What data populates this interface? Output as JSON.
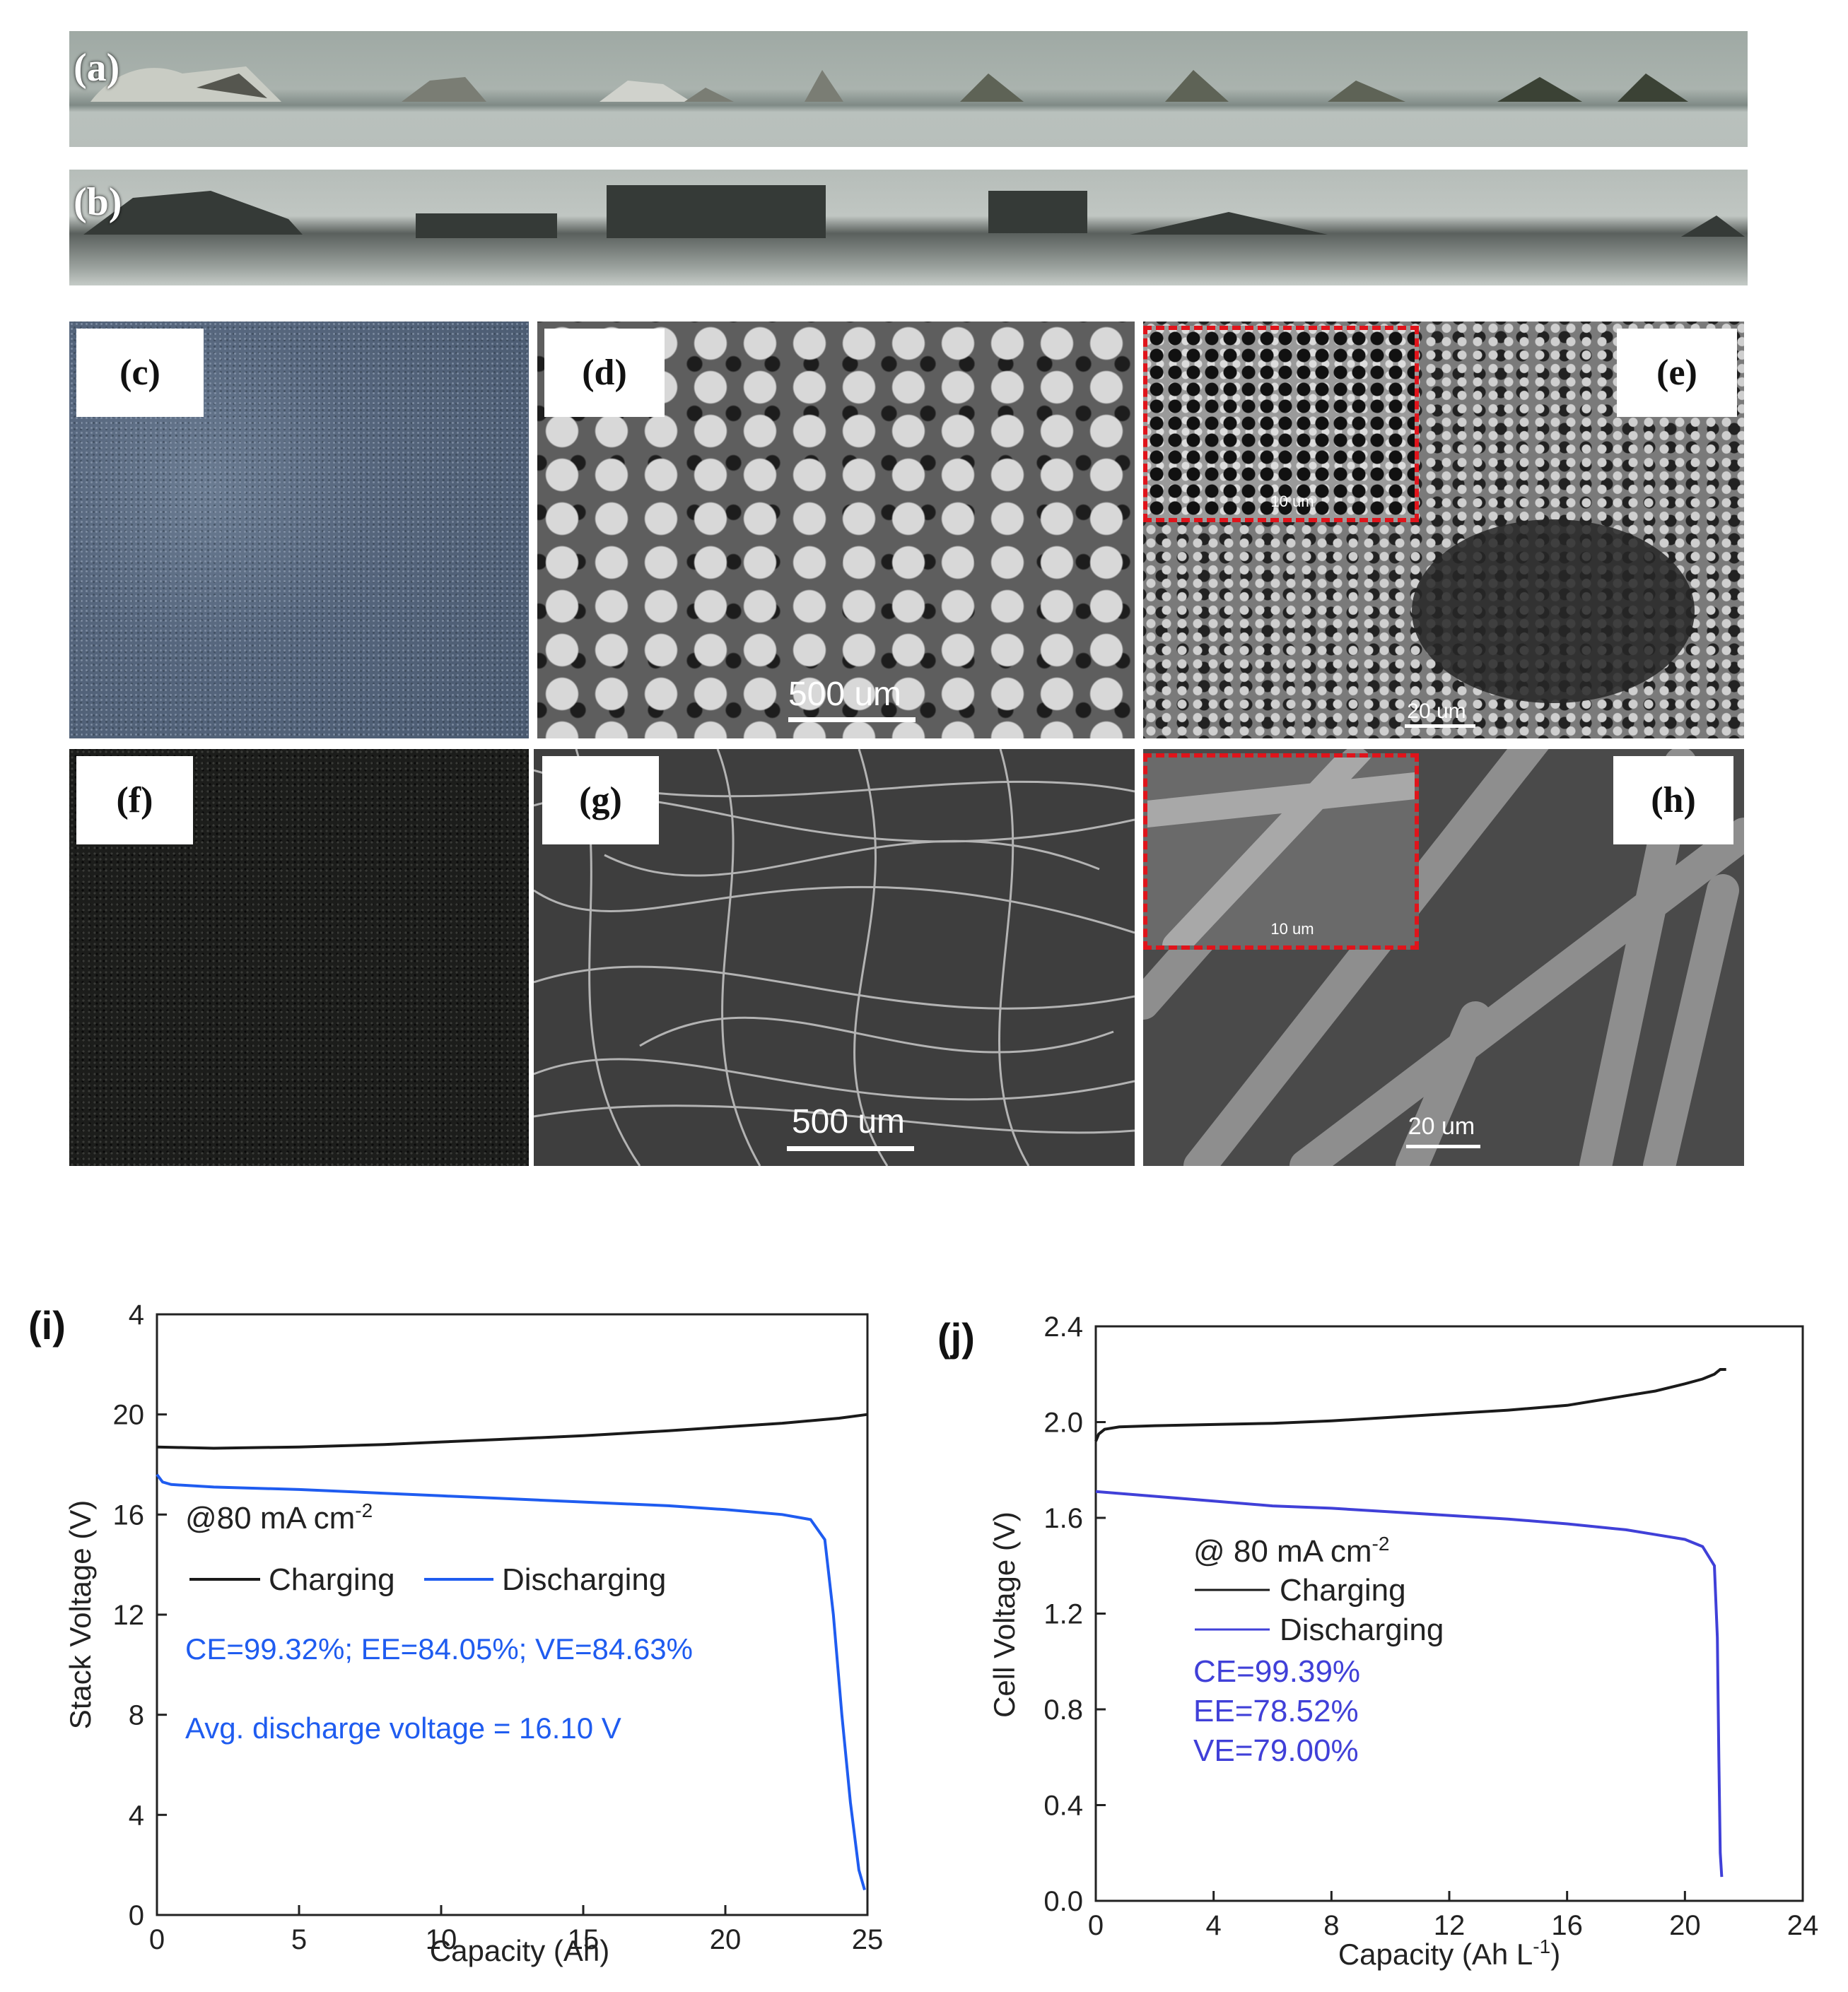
{
  "panels": {
    "a": {
      "label": "(a)"
    },
    "b": {
      "label": "(b)"
    },
    "c": {
      "label": "(c)"
    },
    "d": {
      "label": "(d)",
      "scale_bar": "500 um"
    },
    "e": {
      "label": "(e)",
      "scale_bar": "20 um",
      "inset_scale_bar": "10 um"
    },
    "f": {
      "label": "(f)"
    },
    "g": {
      "label": "(g)",
      "scale_bar": "500 um"
    },
    "h": {
      "label": "(h)",
      "scale_bar": "20 um",
      "inset_scale_bar": "10 um"
    },
    "i": {
      "label": "(i)"
    },
    "j": {
      "label": "(j)"
    }
  },
  "colors": {
    "charging": "#1a1a1a",
    "discharging_i": "#1f5cf0",
    "discharging_j": "#4040d8",
    "inset_border": "#e0141b"
  },
  "chart_data": [
    {
      "panel": "i",
      "type": "line",
      "xlabel": "Capacity (Ah)",
      "ylabel": "Stack Voltage (V)",
      "xlim": [
        0,
        25
      ],
      "ylim": [
        0,
        24
      ],
      "xticks": [
        "0",
        "5",
        "10",
        "15",
        "20",
        "25"
      ],
      "yticks": [
        "0",
        "4",
        "8",
        "12",
        "16",
        "20",
        "4"
      ],
      "condition": "@80 mA cm",
      "condition_sup": "-2",
      "stats_line": "CE=99.32%; EE=84.05%; VE=84.63%",
      "avg_line": "Avg. discharge voltage = 16.10 V",
      "series": [
        {
          "name": "Charging",
          "x": [
            0,
            2,
            5,
            8,
            10,
            12,
            15,
            18,
            20,
            22,
            24,
            25
          ],
          "y": [
            18.7,
            18.65,
            18.7,
            18.8,
            18.9,
            19.0,
            19.15,
            19.35,
            19.5,
            19.65,
            19.85,
            20.0
          ]
        },
        {
          "name": "Discharging",
          "x": [
            0,
            0.2,
            0.5,
            2,
            5,
            8,
            10,
            12,
            15,
            18,
            20,
            22,
            23,
            23.5,
            23.8,
            24.1,
            24.4,
            24.7,
            24.9
          ],
          "y": [
            17.6,
            17.3,
            17.2,
            17.1,
            17.0,
            16.85,
            16.75,
            16.65,
            16.5,
            16.35,
            16.2,
            16.0,
            15.8,
            15.0,
            12.0,
            8.0,
            4.5,
            1.8,
            1.0
          ]
        }
      ]
    },
    {
      "panel": "j",
      "type": "line",
      "xlabel": "Capacity (Ah L",
      "xlabel_sup": "-1",
      "xlabel_end": ")",
      "ylabel": "Cell Voltage (V)",
      "xlim": [
        0,
        24
      ],
      "ylim": [
        0.0,
        2.4
      ],
      "xticks": [
        "0",
        "4",
        "8",
        "12",
        "16",
        "20",
        "24"
      ],
      "yticks": [
        "0.0",
        "0.4",
        "0.8",
        "1.2",
        "1.6",
        "2.0",
        "2.4"
      ],
      "condition": "@ 80 mA cm",
      "condition_sup": "-2",
      "stats": [
        "CE=99.39%",
        "EE=78.52%",
        "VE=79.00%"
      ],
      "series": [
        {
          "name": "Charging",
          "x": [
            0,
            0.1,
            0.3,
            0.8,
            2,
            4,
            6,
            8,
            10,
            12,
            14,
            16,
            17,
            18,
            19,
            20,
            20.6,
            21.0,
            21.2,
            21.4
          ],
          "y": [
            1.92,
            1.95,
            1.97,
            1.98,
            1.985,
            1.99,
            1.995,
            2.005,
            2.02,
            2.035,
            2.05,
            2.07,
            2.09,
            2.11,
            2.13,
            2.16,
            2.18,
            2.2,
            2.22,
            2.22
          ]
        },
        {
          "name": "Discharging",
          "x": [
            0,
            2,
            4,
            6,
            8,
            10,
            12,
            14,
            16,
            18,
            19,
            20,
            20.6,
            21.0,
            21.1,
            21.15,
            21.2,
            21.25
          ],
          "y": [
            1.71,
            1.69,
            1.67,
            1.65,
            1.64,
            1.625,
            1.61,
            1.595,
            1.575,
            1.55,
            1.53,
            1.51,
            1.48,
            1.4,
            1.1,
            0.6,
            0.2,
            0.1
          ]
        }
      ]
    }
  ]
}
